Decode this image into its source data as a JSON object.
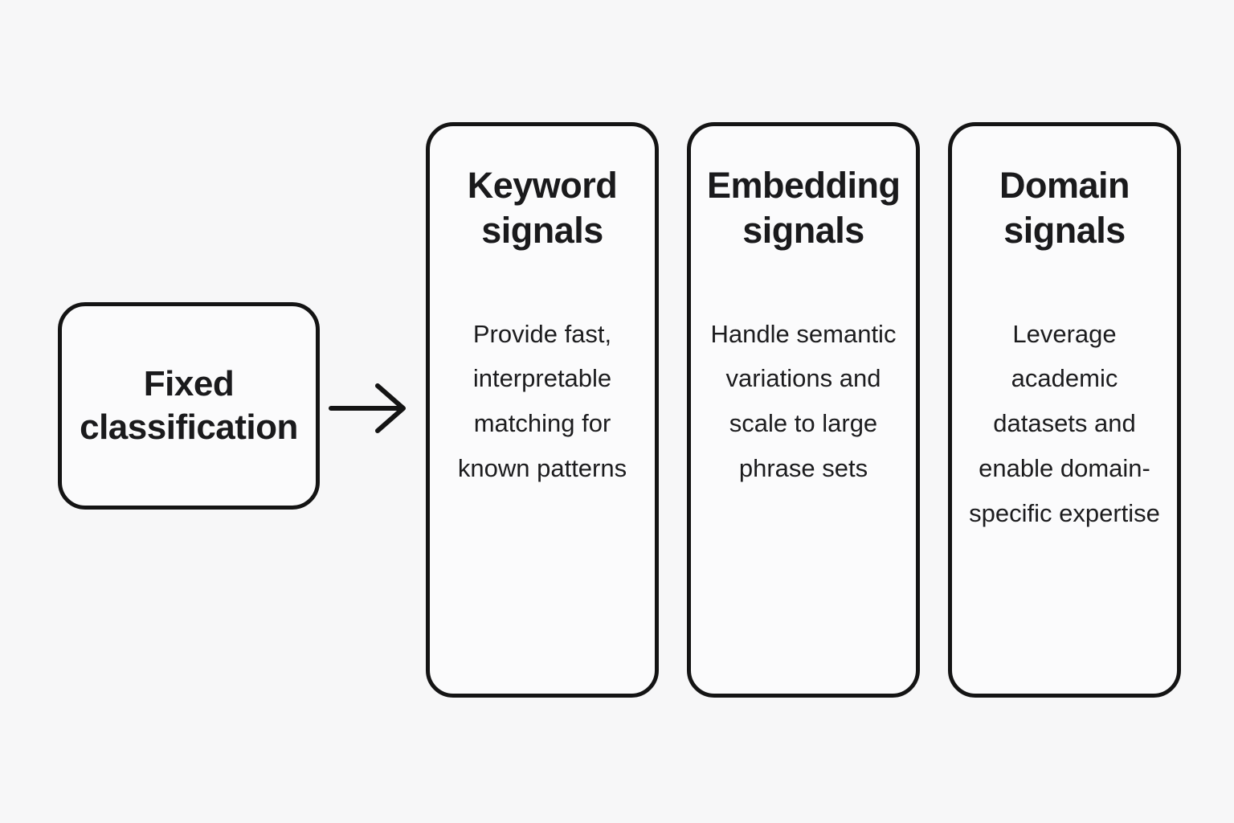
{
  "diagram": {
    "source_box": {
      "label": "Fixed classification"
    },
    "arrow": {
      "direction": "right"
    },
    "cards": [
      {
        "title": "Keyword signals",
        "body": "Provide fast, interpretable matching for known patterns"
      },
      {
        "title": "Embedding signals",
        "body": "Handle semantic variations and scale to large phrase sets"
      },
      {
        "title": "Domain signals",
        "body": "Leverage academic datasets and enable domain-specific expertise"
      }
    ],
    "colors": {
      "background": "#f7f7f8",
      "stroke": "#141414",
      "text": "#1a1a1c",
      "card_fill": "#fbfbfc"
    }
  }
}
